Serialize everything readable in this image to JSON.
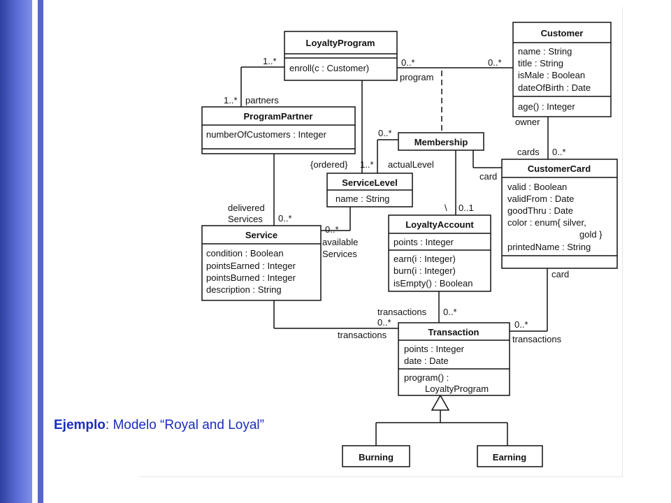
{
  "caption": {
    "bold": "Ejemplo",
    "rest": ": Modelo “Royal and Loyal”"
  },
  "classes": {
    "loyalty_program": {
      "name": "LoyaltyProgram",
      "operations": [
        "enroll(c : Customer)"
      ]
    },
    "customer": {
      "name": "Customer",
      "attributes": [
        "name : String",
        "title : String",
        "isMale : Boolean",
        "dateOfBirth : Date"
      ],
      "operations": [
        "age() : Integer"
      ]
    },
    "program_partner": {
      "name": "ProgramPartner",
      "attributes": [
        "numberOfCustomers : Integer"
      ]
    },
    "membership": {
      "name": "Membership"
    },
    "customer_card": {
      "name": "CustomerCard",
      "attributes": [
        "valid : Boolean",
        "validFrom : Date",
        "goodThru : Date",
        "color : enum{ silver,",
        "gold }",
        "printedName : String"
      ]
    },
    "service_level": {
      "name": "ServiceLevel",
      "attributes": [
        "name : String"
      ]
    },
    "service": {
      "name": "Service",
      "attributes": [
        "condition : Boolean",
        "pointsEarned : Integer",
        "pointsBurned : Integer",
        "description : String"
      ]
    },
    "loyalty_account": {
      "name": "LoyaltyAccount",
      "attributes": [
        "points : Integer"
      ],
      "operations": [
        "earn(i : Integer)",
        "burn(i : Integer)",
        "isEmpty() : Boolean"
      ]
    },
    "transaction": {
      "name": "Transaction",
      "attributes": [
        "points : Integer",
        "date : Date"
      ],
      "operations": [
        "program() :",
        "LoyaltyProgram"
      ]
    },
    "burning": {
      "name": "Burning"
    },
    "earning": {
      "name": "Earning"
    }
  },
  "labels": {
    "lp_partner_mult": "1..*",
    "pp_lp_mult": "1..*",
    "partners": "partners",
    "lp_customer_mult": "0..*",
    "customer_lp_mult": "0..*",
    "program": "program",
    "membership_lp_mult": "0..*",
    "ordered": "{ordered}",
    "sl_mult": "1..*",
    "actual_level": "actualLevel",
    "owner": "owner",
    "cards": "cards",
    "cards_mult": "0..*",
    "card": "card",
    "delivered": "delivered",
    "services": "Services",
    "delivered_mult": "0..*",
    "available_mult": "0..*",
    "available": "available",
    "available_services": "Services",
    "backslash": "\\",
    "account_mult": "0..1",
    "card_bottom": "card",
    "transactions_account": "transactions",
    "transactions_account_mult": "0..*",
    "transactions_service_mult": "0..*",
    "transactions_service": "transactions",
    "transactions_card_mult": "0..*",
    "transactions_card": "transactions"
  }
}
